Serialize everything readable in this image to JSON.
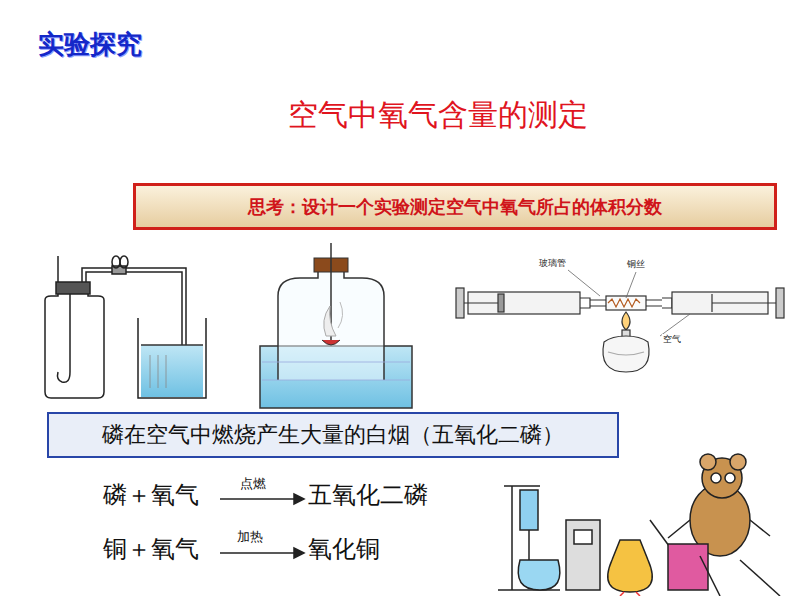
{
  "diagram": {
    "title": "空气中氧气含量的测定",
    "nodes": [
      {
        "text": [
          "思考：设计一个实验测定空气中氧气所占的体积分数"
        ]
      },
      {
        "text": [
          "磷在空气中燃烧产生大量的白烟（五氧化二磷）"
        ]
      }
    ],
    "labels": [
      "实验探究",
      "玻璃管",
      "铜丝",
      "空气",
      "磷＋氧气",
      "点燃",
      "五氧化二磷",
      "铜＋氧气",
      "加热",
      "氧化铜"
    ]
  }
}
